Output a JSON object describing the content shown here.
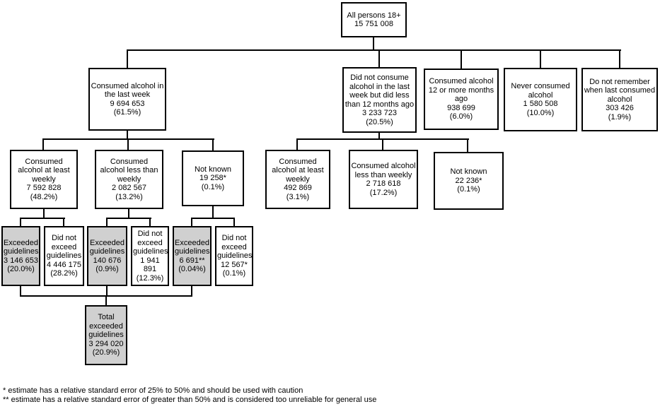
{
  "colors": {
    "shaded_fill": "#d0d0d0",
    "border": "#000000",
    "background": "#ffffff"
  },
  "nodes": {
    "all_persons": {
      "label": "All persons 18+",
      "value": "15 751 008"
    },
    "last_week": {
      "label": "Consumed alcohol in the last week",
      "value": "9 694 653",
      "percent": "(61.5%)"
    },
    "not_last_week": {
      "label": "Did not consume alcohol in the last week but did less than 12 months ago",
      "value": "3 233 723",
      "percent": "(20.5%)"
    },
    "twelve_months": {
      "label": "Consumed alcohol 12 or more months ago",
      "value": "938 699",
      "percent": "(6.0%)"
    },
    "never": {
      "label": "Never consumed alcohol",
      "value": "1 580 508",
      "percent": "(10.0%)"
    },
    "no_remember": {
      "label": "Do not remember when last consumed alcohol",
      "value": "303 426",
      "percent": "(1.9%)"
    },
    "lw_weekly": {
      "label": "Consumed alcohol at least weekly",
      "value": "7 592 828",
      "percent": "(48.2%)"
    },
    "lw_less": {
      "label": "Consumed alcohol less than weekly",
      "value": "2 082 567",
      "percent": "(13.2%)"
    },
    "lw_notknown": {
      "label": "Not known",
      "value": "19 258*",
      "percent": "(0.1%)"
    },
    "nlw_weekly": {
      "label": "Consumed alcohol at least weekly",
      "value": "492 869",
      "percent": "(3.1%)"
    },
    "nlw_less": {
      "label": "Consumed alcohol less than weekly",
      "value": "2 718 618",
      "percent": "(17.2%)"
    },
    "nlw_notknown": {
      "label": "Not known",
      "value": "22 236*",
      "percent": "(0.1%)"
    },
    "exceeded_weekly": {
      "label": "Exceeded guidelines",
      "value": "3 146 653",
      "percent": "(20.0%)"
    },
    "not_exceeded_weekly": {
      "label": "Did not exceed guidelines",
      "value": "4 446 175",
      "percent": "(28.2%)"
    },
    "exceeded_less": {
      "label": "Exceeded guidelines",
      "value": "140 676",
      "percent": "(0.9%)"
    },
    "not_exceeded_less": {
      "label": "Did not exceed guidelines",
      "value": "1 941 891",
      "percent": "(12.3%)"
    },
    "exceeded_notknown": {
      "label": "Exceeded guidelines",
      "value": "6 691**",
      "percent": "(0.04%)"
    },
    "not_exceeded_notknown": {
      "label": "Did not exceed guidelines",
      "value": "12 567*",
      "percent": "(0.1%)"
    },
    "total_exceeded": {
      "label": "Total exceeded guidelines",
      "value": "3 294 020",
      "percent": "(20.9%)"
    }
  },
  "footnotes": [
    "* estimate has a relative standard error of 25% to 50% and should be used with caution",
    "** estimate has a relative standard error of greater than 50% and is considered too unreliable for general use"
  ]
}
